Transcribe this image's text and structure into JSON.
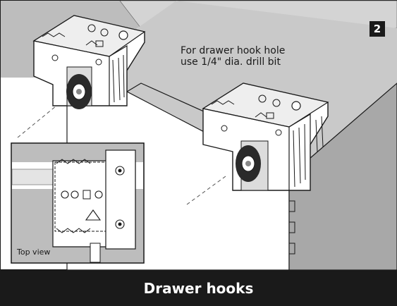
{
  "step": {
    "number": "2"
  },
  "callout": {
    "line1": "For drawer hook hole",
    "line2": "use 1/4\" dia. drill bit"
  },
  "inset": {
    "label": "Top view"
  },
  "caption": {
    "title": "Drawer hooks"
  },
  "colors": {
    "background_gray": "#bdbdbd",
    "drawer_side_gray": "#a8a8a8",
    "panel_white": "#ffffff",
    "line_dark": "#1a1a1a",
    "caption_bar": "#1a1a1a"
  }
}
